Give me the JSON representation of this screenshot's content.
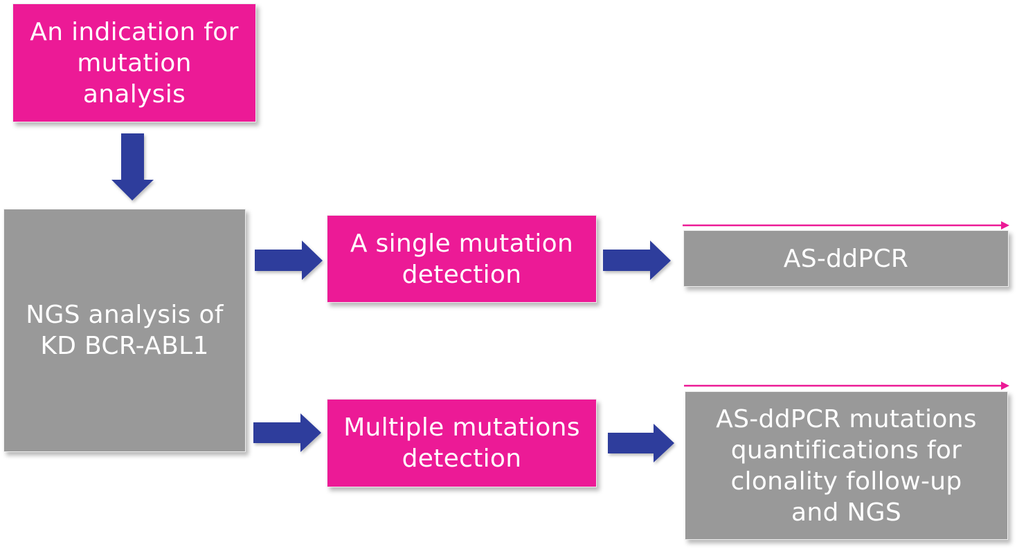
{
  "nodes": {
    "indication": {
      "label": "An indication for mutation analysis"
    },
    "ngs": {
      "label": "NGS analysis of KD BCR-ABL1"
    },
    "single": {
      "label": "A single mutation detection"
    },
    "multiple": {
      "label": "Multiple mutations detection"
    },
    "asddpcr": {
      "label": "AS-ddPCR"
    },
    "asquant": {
      "label": "AS-ddPCR mutations quantifications for clonality follow-up and NGS"
    }
  },
  "edges": [
    {
      "from": "indication",
      "to": "ngs"
    },
    {
      "from": "ngs",
      "to": "single"
    },
    {
      "from": "ngs",
      "to": "multiple"
    },
    {
      "from": "single",
      "to": "asddpcr"
    },
    {
      "from": "multiple",
      "to": "asquant"
    }
  ],
  "colors": {
    "pink": "#ec1a96",
    "gray": "#999999",
    "arrow_blue": "#2e3d9c",
    "accent_line": "#ec1a96"
  }
}
